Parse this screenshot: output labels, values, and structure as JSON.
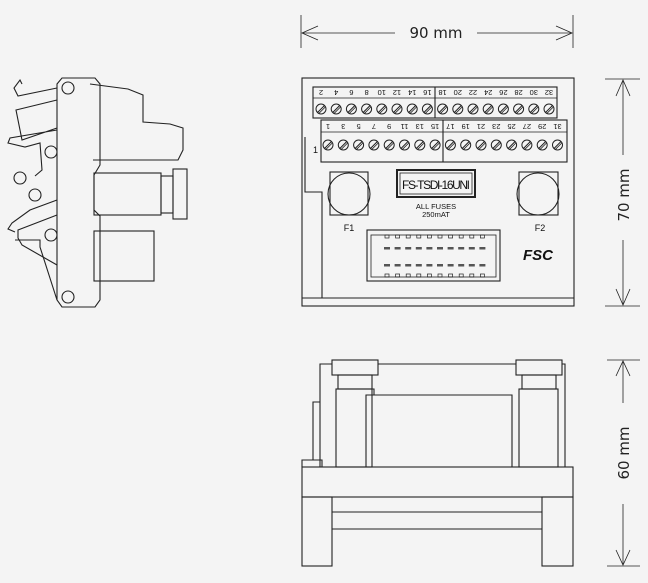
{
  "dimensions": {
    "width_label": "90 mm",
    "height_label": "70 mm",
    "depth_label": "60 mm"
  },
  "board": {
    "model": "FS-TSDI-16UNI",
    "fuse_note_line1": "ALL FUSES",
    "fuse_note_line2": "250mAT",
    "fuse1": "F1",
    "fuse2": "F2",
    "pin1_marker": "1",
    "logo": "FSC",
    "top_row_labels": [
      "2",
      "4",
      "6",
      "8",
      "10",
      "12",
      "14",
      "16",
      "18",
      "20",
      "22",
      "24",
      "26",
      "28",
      "30",
      "32"
    ],
    "bottom_row_labels": [
      "1",
      "3",
      "5",
      "7",
      "9",
      "11",
      "13",
      "15",
      "17",
      "19",
      "21",
      "23",
      "25",
      "27",
      "29",
      "31"
    ]
  }
}
